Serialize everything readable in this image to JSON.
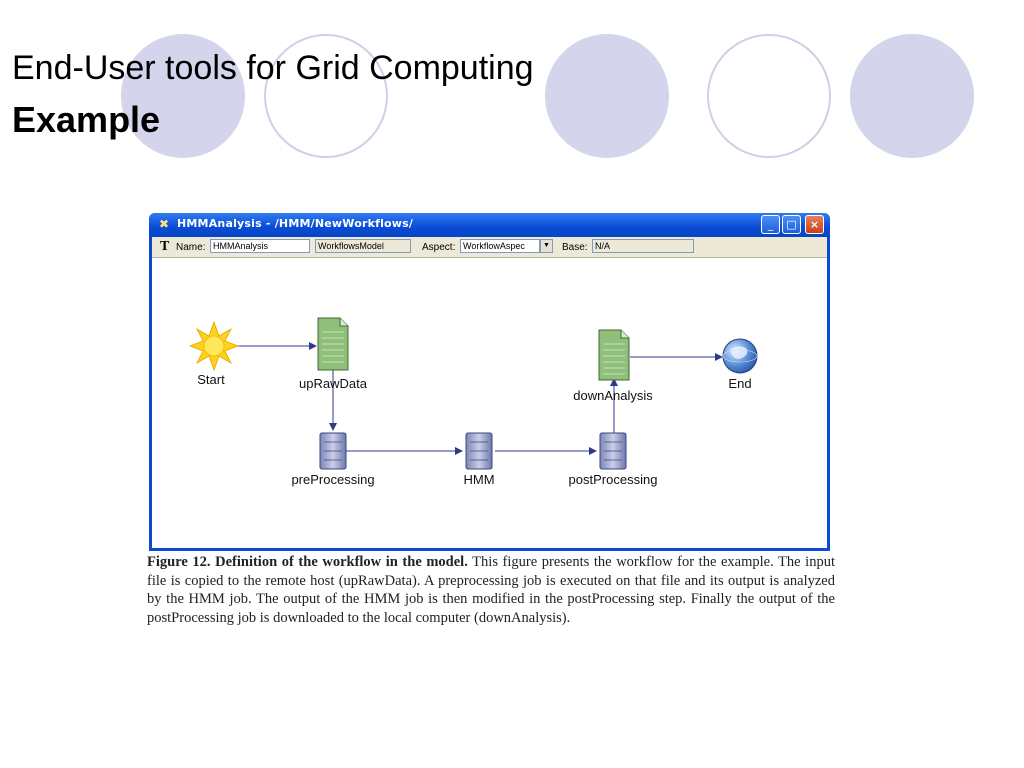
{
  "slide": {
    "title": "End-User tools for Grid Computing",
    "subtitle": "Example"
  },
  "window": {
    "title": "HMMAnalysis - /HMM/NewWorkflows/",
    "buttons": {
      "minimize": "_",
      "maximize": "□",
      "close": "×"
    }
  },
  "toolbar": {
    "name_label": "Name:",
    "name_value": "HMMAnalysis",
    "kind_value": "WorkflowsModel",
    "aspect_label": "Aspect:",
    "aspect_value": "WorkflowAspec",
    "base_label": "Base:",
    "base_value": "N/A"
  },
  "workflow": {
    "nodes": {
      "start": {
        "label": "Start",
        "icon": "sun-icon"
      },
      "upRawData": {
        "label": "upRawData",
        "icon": "document-icon"
      },
      "preProcessing": {
        "label": "preProcessing",
        "icon": "server-icon"
      },
      "hmm": {
        "label": "HMM",
        "icon": "server-icon"
      },
      "postProcessing": {
        "label": "postProcessing",
        "icon": "server-icon"
      },
      "downAnalysis": {
        "label": "downAnalysis",
        "icon": "document-icon"
      },
      "end": {
        "label": "End",
        "icon": "globe-icon"
      }
    }
  },
  "caption": {
    "bold": "Figure 12. Definition of the workflow in the model.",
    "text": " This figure presents the workflow for the example. The input file is copied to the remote host (upRawData). A preprocessing job is executed on that file and its output is analyzed by the HMM job. The output of the HMM job is then modified in the postProcessing step. Finally the output of the postProcessing job is downloaded to the local computer (downAnalysis)."
  },
  "colors": {
    "accent_circle": "#d4d4ec",
    "titlebar_blue": "#0a4bd6",
    "edge": "#2b3a8c"
  }
}
